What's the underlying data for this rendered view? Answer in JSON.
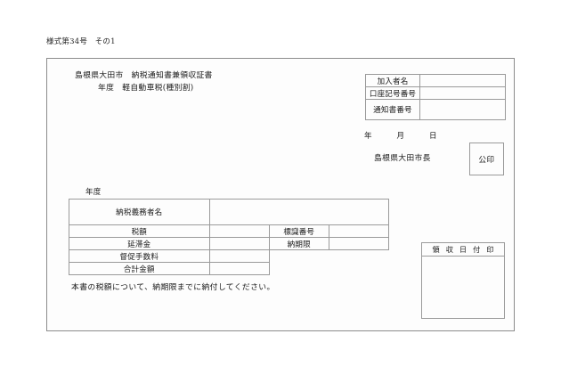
{
  "document": {
    "form_number": "様式第34号　その1",
    "title_line_1": "島根県大田市　納税通知書兼領収証書",
    "title_line_2": "年度　軽自動車税(種別割)",
    "footer_note": "本書の税額について、納期限までに納付してください。"
  },
  "info_table": {
    "rows": [
      {
        "label": "加入者名",
        "value": ""
      },
      {
        "label": "口座記号番号",
        "value": ""
      },
      {
        "label": "通知書番号",
        "value": ""
      }
    ]
  },
  "issuance": {
    "date_year": "年",
    "date_month": "月",
    "date_day": "日",
    "issuer": "島根県大田市長",
    "seal_label": "公印"
  },
  "main_table": {
    "fiscal_year_label": "年度",
    "taxpayer_label": "納税義務者名",
    "taxpayer_value": "",
    "rows": [
      {
        "label": "税額",
        "value": "",
        "label2": "標識番号",
        "value2": ""
      },
      {
        "label": "延滞金",
        "value": "",
        "label2": "納期限",
        "value2": ""
      },
      {
        "label": "督促手数料",
        "value": ""
      },
      {
        "label": "合計金額",
        "value": ""
      }
    ]
  },
  "receipt_box": {
    "title": "領 収 日 付 印",
    "body": ""
  }
}
